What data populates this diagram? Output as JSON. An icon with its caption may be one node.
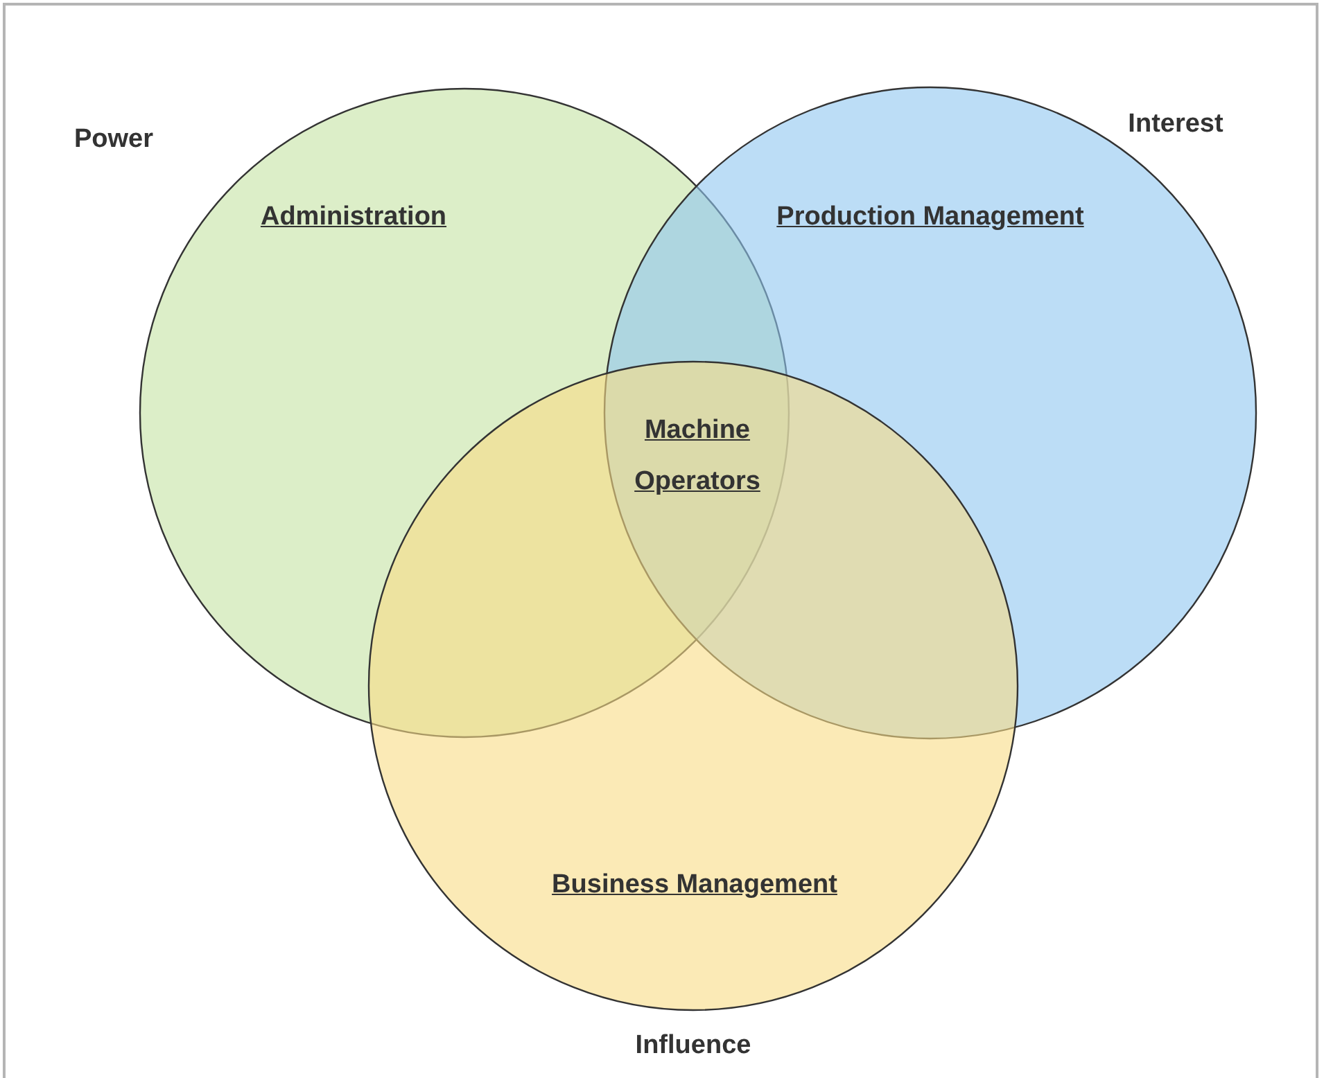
{
  "diagram": {
    "nodes": [
      {
        "text": [
          "Administration"
        ]
      },
      {
        "text": [
          "Production Management"
        ]
      },
      {
        "text": [
          "Business Management"
        ]
      }
    ],
    "labels": [
      "Power",
      "Interest",
      "Machine Operators",
      "Influence"
    ]
  }
}
